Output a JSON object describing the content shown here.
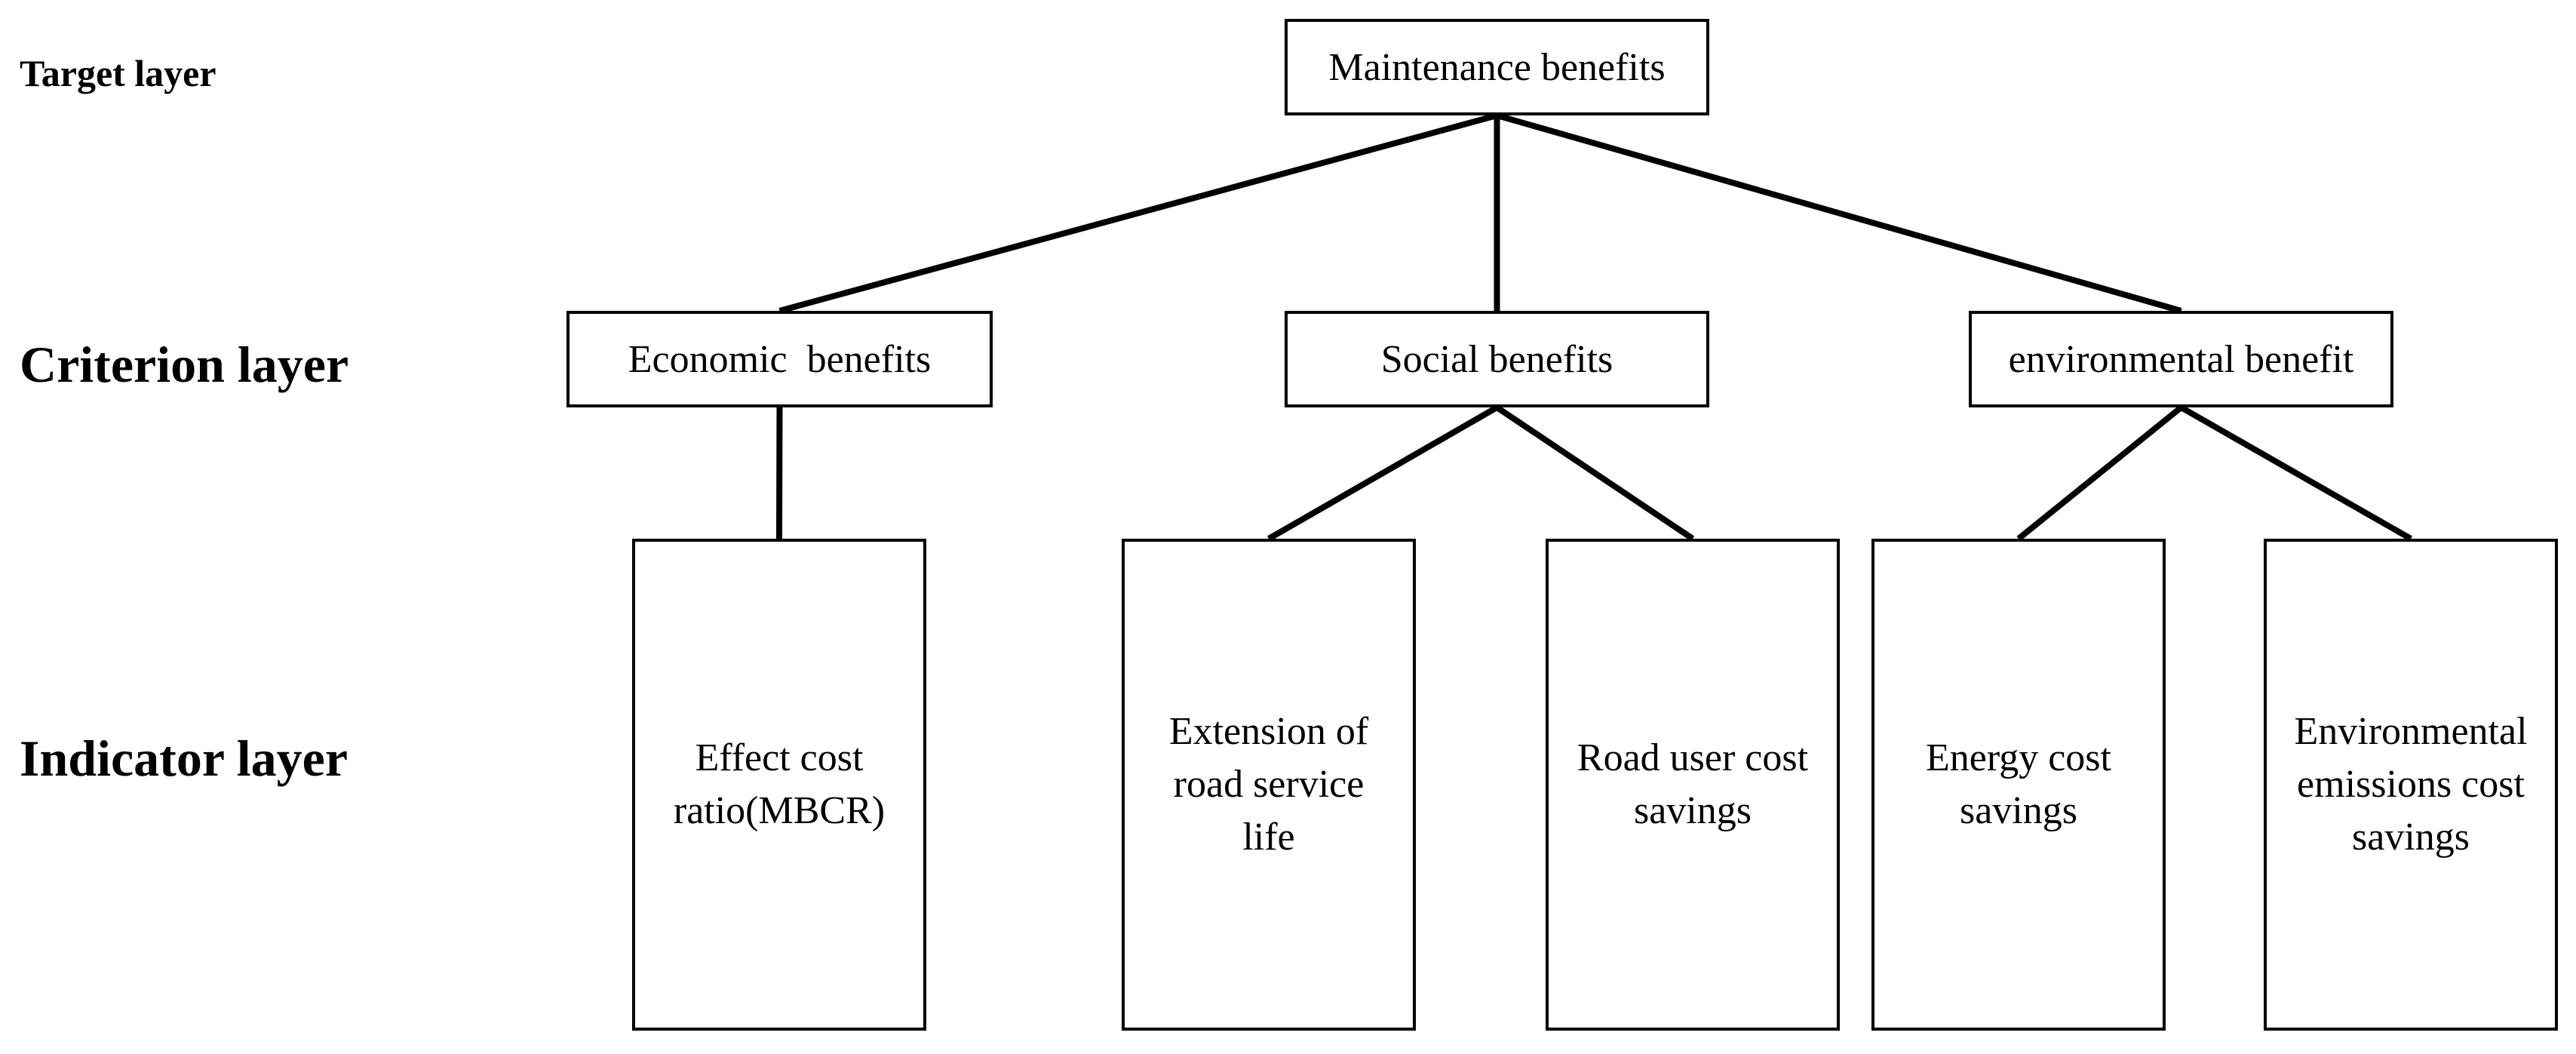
{
  "layers": {
    "target": "Target layer",
    "criterion": "Criterion layer",
    "indicator": "Indicator layer"
  },
  "nodes": {
    "target": "Maintenance benefits",
    "criteria": {
      "economic": "Economic  benefits",
      "social": "Social benefits",
      "environmental": "environmental benefit"
    },
    "indicators": [
      "Effect cost\nratio(MBCR)",
      "Extension of\nroad service\nlife",
      "Road user cost\nsavings",
      "Energy cost\nsavings",
      "Environmental\nemissions cost\nsavings"
    ]
  },
  "edges": [
    [
      "target",
      "economic"
    ],
    [
      "target",
      "social"
    ],
    [
      "target",
      "environmental"
    ],
    [
      "economic",
      "indicator-1"
    ],
    [
      "social",
      "indicator-2"
    ],
    [
      "social",
      "indicator-3"
    ],
    [
      "environmental",
      "indicator-4"
    ],
    [
      "environmental",
      "indicator-5"
    ]
  ],
  "colors": {
    "line": "#000000",
    "background": "#ffffff"
  }
}
